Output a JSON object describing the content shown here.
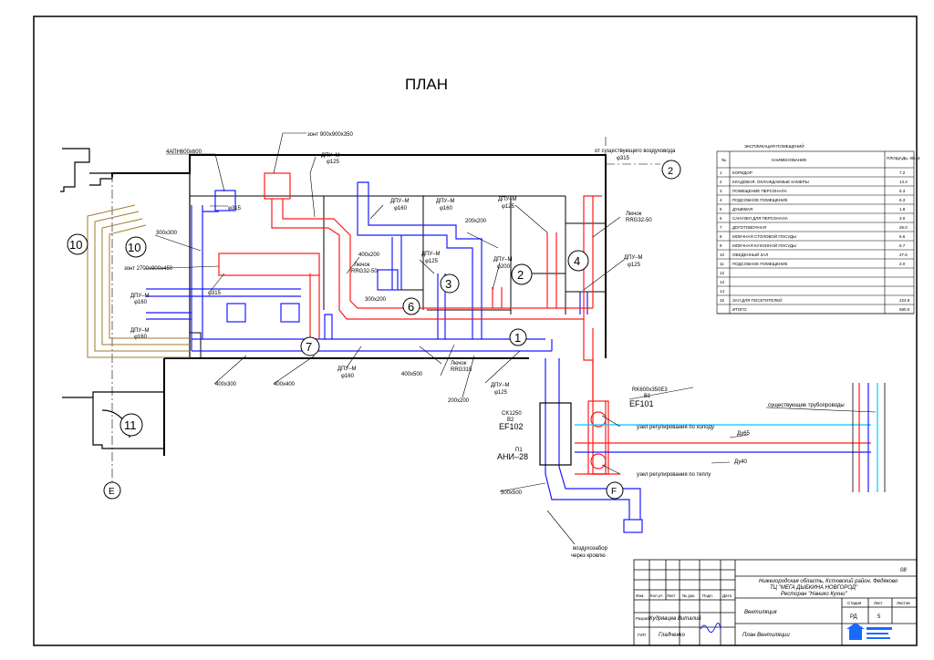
{
  "title": "ПЛАН",
  "sheet_number": "08",
  "room_markers": [
    "1",
    "2",
    "3",
    "4",
    "6",
    "7",
    "10",
    "11"
  ],
  "axis_markers": [
    "2",
    "E",
    "F"
  ],
  "labels": {
    "zont_top": "зонт 900х900х350",
    "zont_kitchen": "зонт 2700х900х450",
    "anemostat": "4АПН600х600",
    "dpu_1": "ДПУ–М",
    "dpu_1_d": "φ125",
    "dpu_2": "ДПУ–М",
    "dpu_2_d": "φ160",
    "dpu_3": "ДПУ–М",
    "dpu_3_d": "φ160",
    "dpu_4": "ДПУ–М",
    "dpu_4_d": "φ125",
    "dpu_5": "ДПУ–М",
    "dpu_5_d": "φ200",
    "dpu_6": "ДПУ–М",
    "dpu_6_d": "φ125",
    "dpu_7": "ДПУ–М",
    "dpu_7_d": "φ125",
    "dpu_8": "ДПУ–М",
    "dpu_8_d": "φ160",
    "dpu_9": "ДПУ–М",
    "dpu_9_d": "φ160",
    "dpu_10": "ДПУ–М",
    "dpu_10_d": "φ160",
    "dpu_11": "ДПУ–М",
    "dpu_11_d": "φ125",
    "phi315_a": "φ315",
    "phi315_b": "φ315",
    "phi315_top": "φ315",
    "existing_duct": "от существующего воздуховода",
    "d300x300": "300х300",
    "d400x200": "400х200",
    "d200x200_a": "200х200",
    "d200x200_b": "200х200",
    "d300x200": "300х200",
    "d400x300": "400х300",
    "d400x400": "400х400",
    "d400x500": "400х500",
    "d500x500": "500х500",
    "hatch_1": "Лючок",
    "hatch_1_code": "RRG32-50",
    "hatch_2": "Лючок",
    "hatch_2_code": "RRG32-50",
    "hatch_3": "Лючок",
    "hatch_3_code": "RRG315",
    "rk": "RK600х350E3",
    "b1": "В1",
    "ef101": "EF101",
    "ck": "CK1250",
    "b2": "В2",
    "ef102": "EF102",
    "p1": "П1",
    "ani": "АНИ–28",
    "existing_pipes": "существующие трубопроводы",
    "du65": "Ду65",
    "du40": "Ду40",
    "reg_unit_cold": "узел регулирования по холоду",
    "reg_unit_heat": "узел регулирования по теплу",
    "air_intake_1": "воздухозабор",
    "air_intake_2": "через кровлю"
  },
  "explication": {
    "title": "ЭКСПЛИКАЦИЯ ПОМЕЩЕНИЙ",
    "col_no": "№",
    "col_name": "НАИМЕНОВАНИЕ",
    "col_area": "ПЛОЩАДЬ, КВ.М.",
    "rows": [
      {
        "no": "1",
        "name": "КОРИДОР",
        "area": "7.2"
      },
      {
        "no": "2",
        "name": "КЛАДОВАЯ, ОХЛАЖДАЕМЫЕ КАМЕРЫ",
        "area": "13.4"
      },
      {
        "no": "3",
        "name": "ПОМЕЩЕНИЕ ПЕРСОНАЛА",
        "area": "5.3"
      },
      {
        "no": "4",
        "name": "ПОДСОБНОЕ ПОМЕЩЕНИЕ",
        "area": "6.3"
      },
      {
        "no": "5",
        "name": "ДУШЕВАЯ",
        "area": "1.8"
      },
      {
        "no": "6",
        "name": "САНУЗЕЛ ДЛЯ ПЕРСОНАЛА",
        "area": "3.0"
      },
      {
        "no": "7",
        "name": "ДОГОТОВОЧНАЯ",
        "area": "26.0"
      },
      {
        "no": "8",
        "name": "МОЕЧНАЯ СТОЛОВОЙ ПОСУДЫ",
        "area": "6.6"
      },
      {
        "no": "9",
        "name": "МОЕЧНАЯ КУХОННОЙ ПОСУДЫ",
        "area": "5.7"
      },
      {
        "no": "10",
        "name": "ОБЕДЕННЫЙ ЗАЛ",
        "area": "27.6"
      },
      {
        "no": "11",
        "name": "ПОДСОБНОЕ ПОМЕЩЕНИЕ",
        "area": "2.0"
      },
      {
        "no": "12",
        "name": "",
        "area": ""
      },
      {
        "no": "13",
        "name": "",
        "area": ""
      },
      {
        "no": "14",
        "name": "",
        "area": ""
      },
      {
        "no": "15",
        "name": "ЗАЛ ДЛЯ ПОСЕТИТЕЛЕЙ",
        "area": "224.9"
      },
      {
        "no": "",
        "name": "ИТОГО:",
        "area": "680.0"
      }
    ]
  },
  "title_block": {
    "address_1": "Нижегородская область, Кстовский район, Федяково",
    "address_2": "ТЦ \"МЕГА ДЫБКИНА НОВГОРОД\"",
    "address_3": "Ресторан \"Нанико Кухни\"",
    "section": "Вентиляция",
    "stage_h": "Стадия",
    "sheet_h": "Лист",
    "sheets_h": "Листов",
    "stage": "РД",
    "sheet": "5",
    "drawing_title": "План Вентиляции",
    "col_izm": "Изм.",
    "col_kol": "Кол.уч",
    "col_list": "Лист",
    "col_doc": "№ док.",
    "col_sign": "Подп.",
    "col_date": "Дата",
    "dev_role": "Разраб.",
    "dev_name": "Кудрявцев Виталий",
    "gip_role": "ГИП",
    "gip_name": "Гладченко"
  }
}
